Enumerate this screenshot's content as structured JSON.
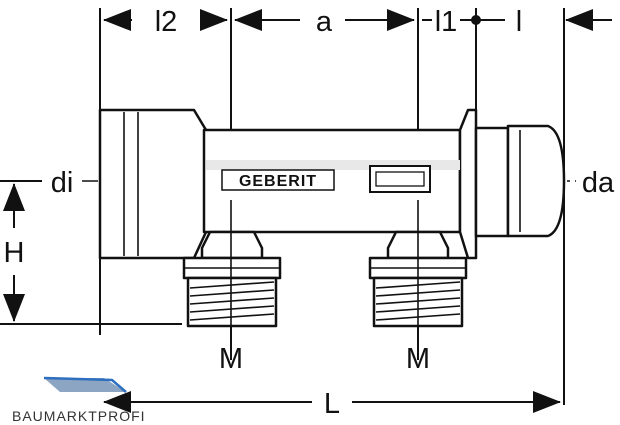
{
  "diagram": {
    "labels": {
      "l2": "l2",
      "a": "a",
      "l1": "l1",
      "l": "l",
      "di": "di",
      "da": "da",
      "h": "H",
      "m_left": "M",
      "m_right": "M",
      "length": "L"
    },
    "brand": "GEBERIT",
    "watermark": "BAUMARKTPROFI"
  }
}
